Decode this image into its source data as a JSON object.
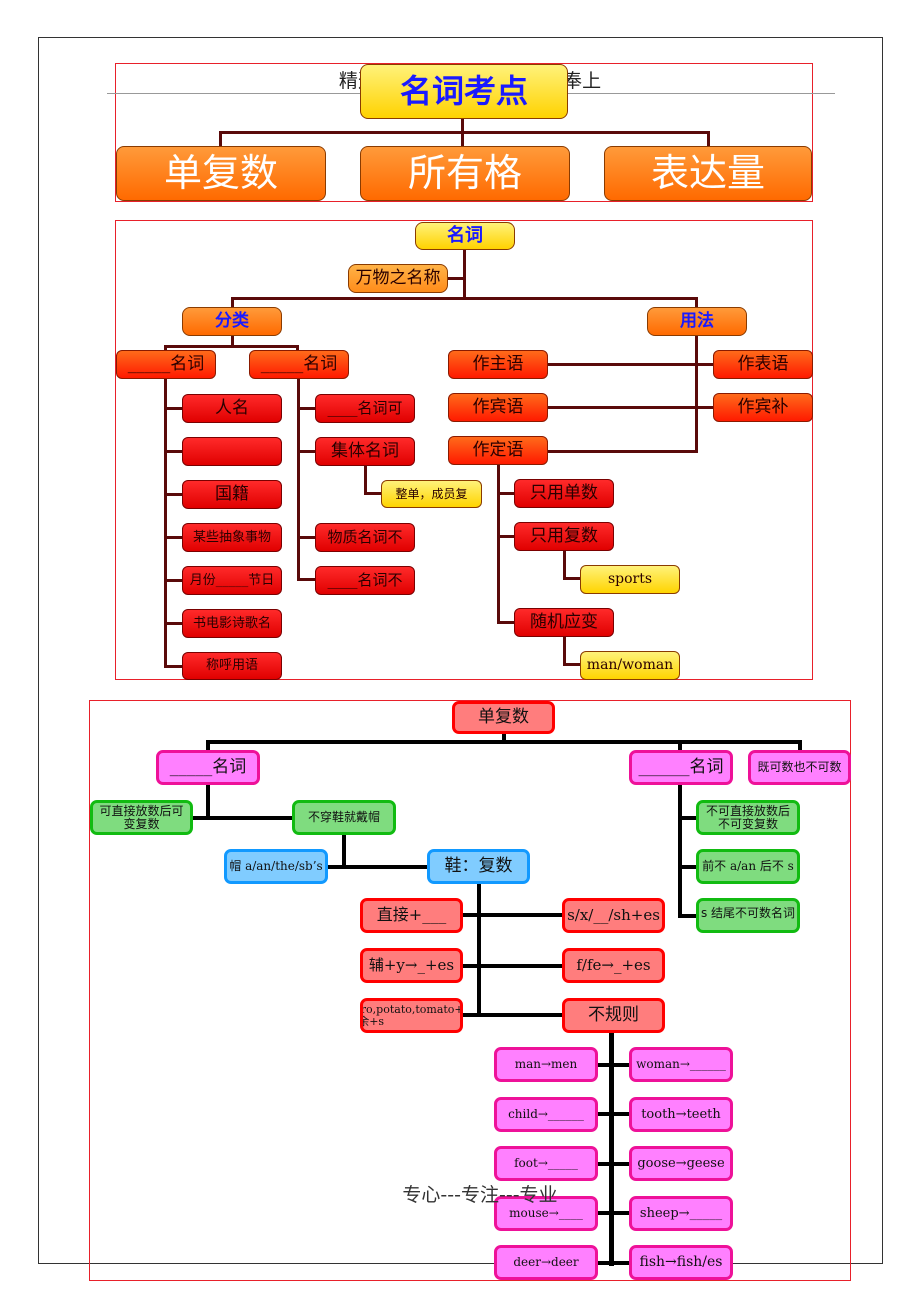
{
  "page": {
    "header_text": "精选优质文档-----倾情为你奉上",
    "footer_text": "专心---专注---专业"
  },
  "section1": {
    "root": "名词考点",
    "children": [
      "单复数",
      "所有格",
      "表达量"
    ]
  },
  "section2": {
    "root": "名词",
    "definition": "万物之名称",
    "classification": {
      "label": "分类",
      "proper": {
        "label": "_____名词",
        "items": [
          "人名",
          "",
          "国籍",
          "某些抽象事物",
          "月份_____节日",
          "书电影诗歌名",
          "称呼用语"
        ]
      },
      "common": {
        "label": "_____名词",
        "items": [
          "____名词可",
          "集体名词",
          "物质名词不",
          "____名词不"
        ],
        "collective_note": "整单，成员复"
      }
    },
    "usage": {
      "label": "用法",
      "left": [
        "作主语",
        "作宾语",
        "作定语"
      ],
      "right": [
        "作表语",
        "作宾补"
      ],
      "attributive": {
        "items": [
          "只用单数",
          "只用复数",
          "随机应变"
        ],
        "plural_example": "sports",
        "flexible_example": "man/woman"
      }
    }
  },
  "section3": {
    "root": "单复数",
    "countable": {
      "label": "_____名词",
      "note": "可直接放数后可变复数",
      "rule": "不穿鞋就戴帽",
      "hat": "帽 a/an/the/sb’s",
      "shoe": "鞋：复数",
      "plural_rules_left": [
        "直接+___",
        "辅+y→_+es",
        "hero,potato,tomato+es 其余+s"
      ],
      "plural_rules_right": [
        "s/x/__/sh+es",
        "f/fe→_+es",
        "不规则"
      ],
      "irregular_left": [
        "man→men",
        "child→______",
        "foot→_____",
        "mouse→____",
        "deer→deer"
      ],
      "irregular_right": [
        "woman→______",
        "tooth→teeth",
        "goose→geese",
        "sheep→_____",
        "fish→fish/es"
      ]
    },
    "uncountable": {
      "label": "______名词",
      "items": [
        "不可直接放数后不可变复数",
        "前不 a/an 后不 s",
        "s 结尾不可数名词"
      ]
    },
    "both": "既可数也不可数"
  }
}
